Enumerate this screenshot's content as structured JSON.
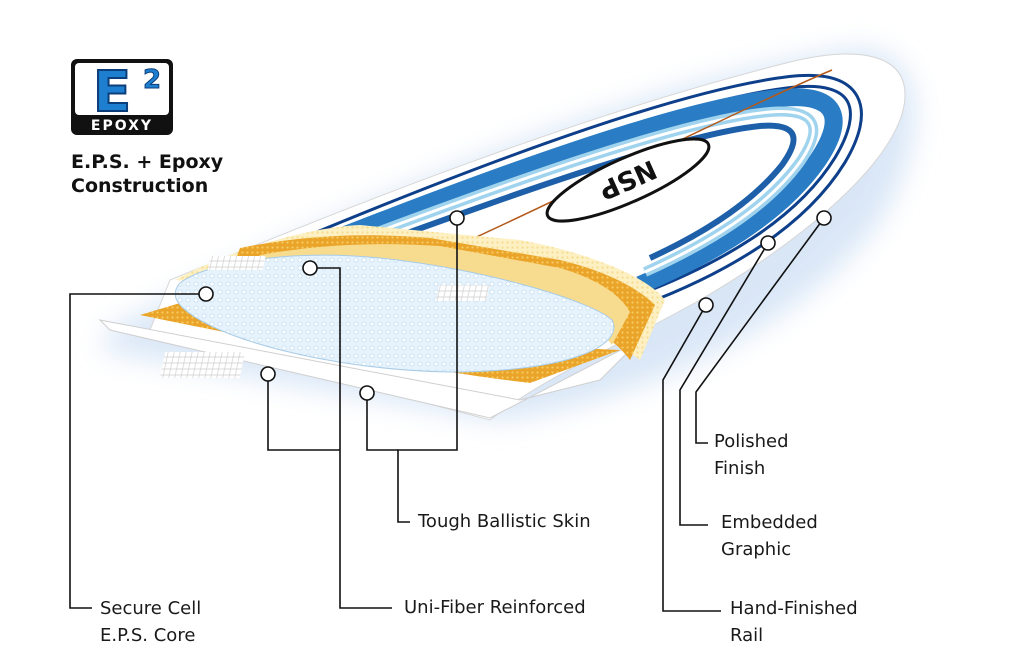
{
  "logo": {
    "mark": "E",
    "superscript": "2",
    "word": "EPOXY"
  },
  "heading": {
    "line1": "E.P.S. + Epoxy",
    "line2": "Construction"
  },
  "brand_mark": "NSP",
  "labels": {
    "polished_finish": {
      "line1": "Polished",
      "line2": "Finish"
    },
    "embedded_graphic": {
      "line1": "Embedded",
      "line2": "Graphic"
    },
    "tough_ballistic_skin": {
      "line1": "Tough Ballistic Skin"
    },
    "secure_cell_core": {
      "line1": "Secure Cell",
      "line2": "E.P.S. Core"
    },
    "uni_fiber_reinforced": {
      "line1": "Uni-Fiber Reinforced"
    },
    "hand_finished_rail": {
      "line1": "Hand-Finished",
      "line2": "Rail"
    }
  },
  "colors": {
    "glow": "#d9e6f7",
    "stripe_dark": "#0d3f8a",
    "stripe_mid": "#2a7cc4",
    "stripe_light": "#9fd3ee",
    "foam": "#e3f1fb",
    "skin_yellow": "#f4cf6e",
    "skin_orange": "#e9a92c",
    "leader": "#111111"
  }
}
